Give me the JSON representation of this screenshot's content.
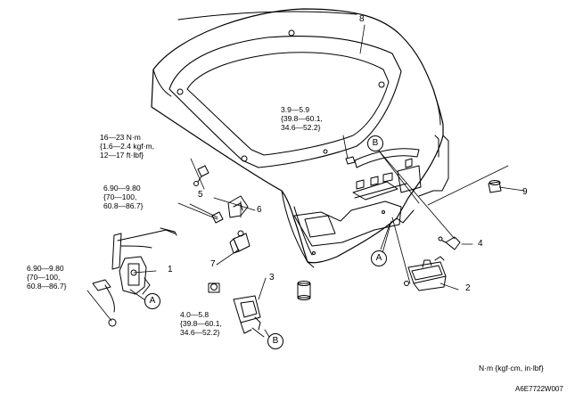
{
  "callouts": {
    "c1": "1",
    "c2": "2",
    "c3": "3",
    "c4": "4",
    "c5": "5",
    "c6": "6",
    "c7": "7",
    "c8": "8",
    "c9": "9"
  },
  "ref_marks": {
    "a_left": "A",
    "a_right": "A",
    "b_top": "B",
    "b_bottom": "B"
  },
  "torque_specs": {
    "t_top_center": [
      "3.9—5.9",
      "{39.8—60.1,",
      "34.6—52.2}"
    ],
    "t_upper_left": [
      "16—23 N·m",
      "{1.6—2.4 kgf·m,",
      "12—17 ft·lbf}"
    ],
    "t_mid_left": [
      "6.90—9.80",
      "{70—100,",
      "60.8—86.7}"
    ],
    "t_lower_left": [
      "6.90—9.80",
      "{70—100,",
      "60.8—86.7}"
    ],
    "t_bottom": [
      "4.0—5.8",
      "{39.8—60.1,",
      "34.6—52.2}"
    ]
  },
  "units_note": "N·m {kgf·cm, in·lbf}",
  "figure_code": "A6E7722W007"
}
